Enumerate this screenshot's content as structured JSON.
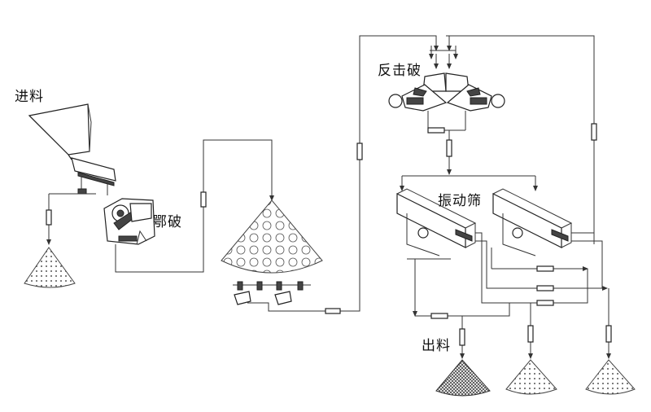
{
  "labels": {
    "feed": "进料",
    "jaw_crusher": "鄂破",
    "impact_crusher": "反击破",
    "vibrating_screen": "振动筛",
    "output": "出料"
  }
}
